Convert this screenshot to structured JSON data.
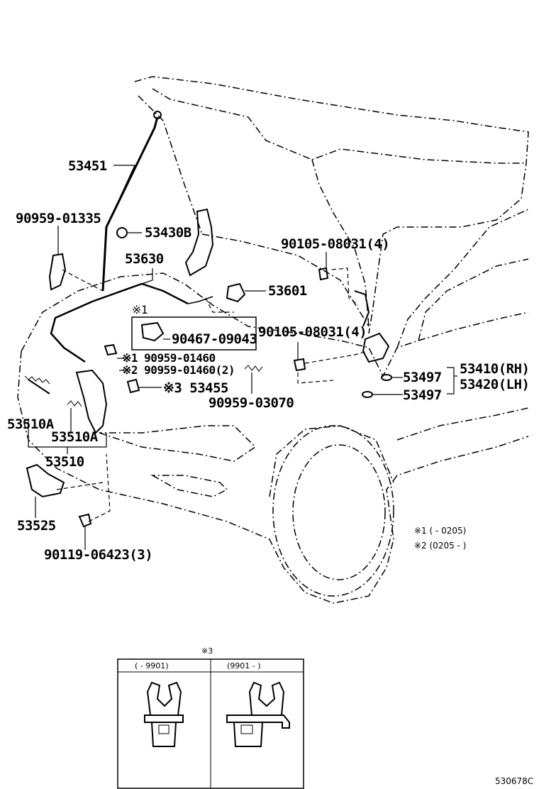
{
  "labels": {
    "p53451": "53451",
    "p90959_01335": "90959-01335",
    "p53430B": "53430B",
    "p53630": "53630",
    "p90105_08031_4_top": "90105-08031(4)",
    "p53601": "53601",
    "mark1_top": "※1",
    "p90467_09043": "90467-09043",
    "p90105_08031_4_mid": "90105-08031(4)",
    "p90959_01460_a": "※1 90959-01460",
    "p90959_01460_b": "※2 90959-01460(2)",
    "p53455": "※3 53455",
    "p53497_a": "53497",
    "p53497_b": "53497",
    "p53410": "53410(RH)",
    "p53420": "53420(LH)",
    "p90959_03070": "90959-03070",
    "p53510A_a": "53510A",
    "p53510A_b": "53510A",
    "p53510": "53510",
    "p53525": "53525",
    "p90119_06423": "90119-06423(3)"
  },
  "notes": {
    "n1": "※1 (        - 0205)",
    "n2": "※2 (0205 -        )"
  },
  "inset": {
    "title": "※3",
    "left_header": "(      - 9901)",
    "right_header": "(9901 -      )"
  },
  "figure_code": "530678C"
}
